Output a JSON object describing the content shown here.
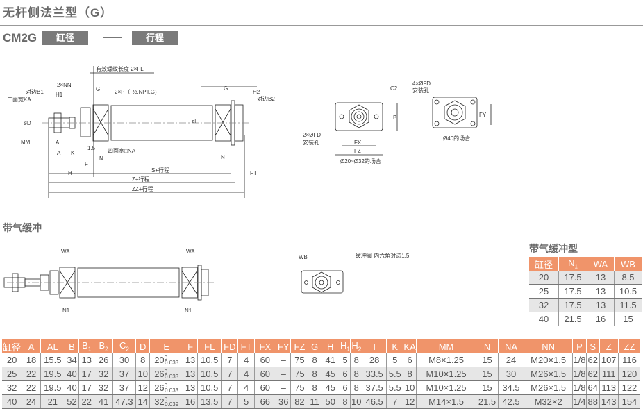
{
  "title": "无杆侧法兰型（G）",
  "model": {
    "code": "CM2G",
    "bore_box": "缸径",
    "separator": "—",
    "stroke_box": "行程"
  },
  "drawing_main": {
    "labels": [
      "有效螺纹长度 2×FL",
      "2×NN",
      "G",
      "2×P（Rc,NPT,G)",
      "G",
      "H2",
      "对边B1",
      "H1",
      "二面宽KA",
      "对边B2",
      "øD",
      "MM",
      "AL",
      "A",
      "K",
      "1.5",
      "四面宽□NA",
      "N",
      "F",
      "N",
      "H",
      "S+行程",
      "FT",
      "Z+行程",
      "ZZ+行程",
      "øI"
    ]
  },
  "drawing_flange": {
    "c2": "C2",
    "b": "B",
    "fd2": "2×ØFD",
    "hole2": "安装孔",
    "fx": "FX",
    "fz": "FZ",
    "caption": "Ø20~Ø32的场合"
  },
  "drawing_flange40": {
    "fd4": "4×ØFD",
    "hole4": "安装孔",
    "fy": "FY",
    "caption": "Ø40的场合"
  },
  "cushion_section": {
    "title": "带气缓冲",
    "wa": "WA",
    "n1": "N1",
    "wb": "WB",
    "valve": "缓冲阀 内六角对边1.5"
  },
  "cushion_table": {
    "title": "带气缓冲型",
    "headers": [
      {
        "m": "缸径",
        "s": ""
      },
      {
        "m": "N",
        "s": "1"
      },
      {
        "m": "WA",
        "s": ""
      },
      {
        "m": "WB",
        "s": ""
      }
    ],
    "rows": [
      [
        "20",
        "17.5",
        "13",
        "8.5"
      ],
      [
        "25",
        "17.5",
        "13",
        "10.5"
      ],
      [
        "32",
        "17.5",
        "13",
        "11.5"
      ],
      [
        "40",
        "21.5",
        "16",
        "15"
      ]
    ]
  },
  "main_table": {
    "headers": [
      {
        "m": "缸径",
        "s": ""
      },
      {
        "m": "A",
        "s": ""
      },
      {
        "m": "AL",
        "s": ""
      },
      {
        "m": "B",
        "s": ""
      },
      {
        "m": "B",
        "s": "1"
      },
      {
        "m": "B",
        "s": "2"
      },
      {
        "m": "C",
        "s": "2"
      },
      {
        "m": "D",
        "s": ""
      },
      {
        "m": "E",
        "s": ""
      },
      {
        "m": "F",
        "s": ""
      },
      {
        "m": "FL",
        "s": ""
      },
      {
        "m": "FD",
        "s": ""
      },
      {
        "m": "FT",
        "s": ""
      },
      {
        "m": "FX",
        "s": ""
      },
      {
        "m": "FY",
        "s": ""
      },
      {
        "m": "FZ",
        "s": ""
      },
      {
        "m": "G",
        "s": ""
      },
      {
        "m": "H",
        "s": ""
      },
      {
        "m": "H",
        "s": "1"
      },
      {
        "m": "H",
        "s": "2"
      },
      {
        "m": "I",
        "s": ""
      },
      {
        "m": "K",
        "s": ""
      },
      {
        "m": "KA",
        "s": ""
      },
      {
        "m": "MM",
        "s": ""
      },
      {
        "m": "N",
        "s": ""
      },
      {
        "m": "NA",
        "s": ""
      },
      {
        "m": "NN",
        "s": ""
      },
      {
        "m": "P",
        "s": ""
      },
      {
        "m": "S",
        "s": ""
      },
      {
        "m": "Z",
        "s": ""
      },
      {
        "m": "ZZ",
        "s": ""
      }
    ],
    "rows": [
      [
        "20",
        "18",
        "15.5",
        "34",
        "13",
        "26",
        "30",
        "8",
        {
          "v": "20",
          "up": "0",
          "lo": "0.033"
        },
        "13",
        "10.5",
        "7",
        "4",
        "60",
        "–",
        "75",
        "8",
        "41",
        "5",
        "8",
        "28",
        "5",
        "6",
        "M8×1.25",
        "15",
        "24",
        "M20×1.5",
        "1/8",
        "62",
        "107",
        "116"
      ],
      [
        "25",
        "22",
        "19.5",
        "40",
        "17",
        "32",
        "37",
        "10",
        {
          "v": "26",
          "up": "0",
          "lo": "0.033"
        },
        "13",
        "10.5",
        "7",
        "4",
        "60",
        "–",
        "75",
        "8",
        "45",
        "6",
        "8",
        "33.5",
        "5.5",
        "8",
        "M10×1.25",
        "15",
        "30",
        "M26×1.5",
        "1/8",
        "62",
        "111",
        "120"
      ],
      [
        "32",
        "22",
        "19.5",
        "40",
        "17",
        "32",
        "37",
        "12",
        {
          "v": "26",
          "up": "0",
          "lo": "0.033"
        },
        "13",
        "10.5",
        "7",
        "4",
        "60",
        "–",
        "75",
        "8",
        "45",
        "6",
        "8",
        "37.5",
        "5.5",
        "10",
        "M10×1.25",
        "15",
        "34.5",
        "M26×1.5",
        "1/8",
        "64",
        "113",
        "122"
      ],
      [
        "40",
        "24",
        "21",
        "52",
        "22",
        "41",
        "47.3",
        "14",
        {
          "v": "32",
          "up": "0",
          "lo": "0.039"
        },
        "16",
        "13.5",
        "7",
        "5",
        "66",
        "36",
        "82",
        "11",
        "50",
        "8",
        "10",
        "46.5",
        "7",
        "12",
        "M14×1.5",
        "21.5",
        "42.5",
        "M32×2",
        "1/4",
        "88",
        "143",
        "154"
      ]
    ]
  }
}
